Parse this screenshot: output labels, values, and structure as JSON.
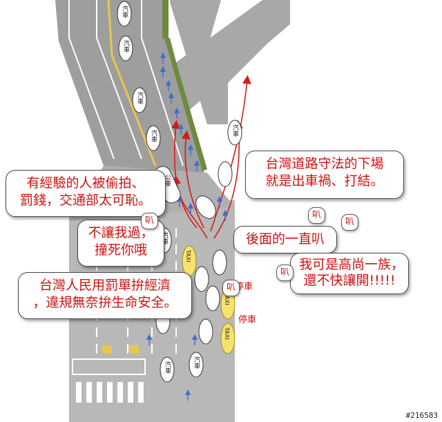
{
  "bubbles": {
    "top_right": [
      "台灣道路守法的下場",
      "就是出車禍、打結。"
    ],
    "top_left": [
      "有經驗的人被偷拍、",
      "罰錢，交通部太可恥。"
    ],
    "mid_left": [
      "不讓我過，",
      "撞死你哦"
    ],
    "mid_right": "後面的一直叭",
    "right_lower": [
      "我可是高尚一族，",
      "還不快讓開!!!!!"
    ],
    "bottom_left": [
      "台灣人民用罰單拚經濟",
      "，違規無奈拚生命安全。"
    ]
  },
  "honks": {
    "honk_label": "叭",
    "count_small_bubbles": 5
  },
  "vehicle_labels": {
    "car": "汽車",
    "bus": "公車",
    "taxi": "TAXI",
    "parked": "停車"
  },
  "watermark": "#216583",
  "colors": {
    "road": "#b8b8b8",
    "road_upper": "#999999",
    "shoulder": "#6e8b3d",
    "yellow_line": "#e8c84a",
    "arrow_red": "#d61a1a",
    "text_red": "#cc1111",
    "taxi": "#f7e26b",
    "scooter": "#3a6fd1"
  }
}
